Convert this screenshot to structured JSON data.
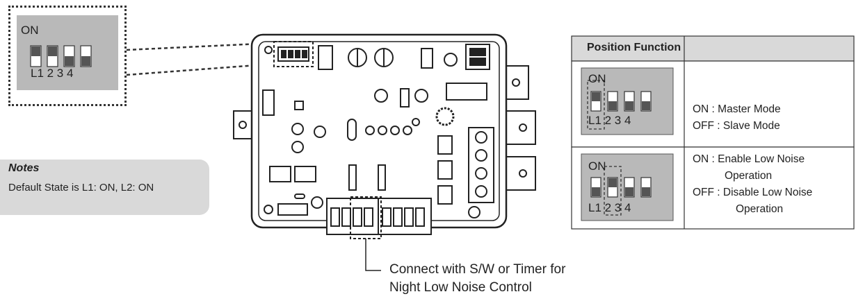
{
  "zoom_view": {
    "on_label": "ON",
    "switch_numbers": "L1 2 3 4",
    "switches": [
      "up",
      "up",
      "down",
      "down"
    ]
  },
  "notes": {
    "title": "Notes",
    "text": "Default State is L1: ON, L2: ON"
  },
  "callout": {
    "line1": "Connect  with S/W or Timer for",
    "line2": "Night Low Noise Control"
  },
  "table": {
    "header": "Position Function",
    "rows": [
      {
        "on_label": "ON",
        "switch_numbers": "L1 2 3 4",
        "highlight_switch": 1,
        "switches": [
          "up",
          "down",
          "down",
          "down"
        ],
        "lines": [
          "ON : Master Mode",
          "OFF : Slave Mode"
        ]
      },
      {
        "on_label": "ON",
        "switch_numbers": "L1 2 3 4",
        "highlight_switch": 2,
        "switches": [
          "down",
          "up",
          "down",
          "down"
        ],
        "lines": [
          "ON : Enable Low Noise",
          "Operation",
          "OFF : Disable Low Noise",
          "Operation"
        ]
      }
    ]
  },
  "colors": {
    "panel_gray": "#b9b9b9",
    "switch_dark": "#555555",
    "notes_bg": "#d9d9d9",
    "table_header_bg": "#d9d9d9"
  }
}
